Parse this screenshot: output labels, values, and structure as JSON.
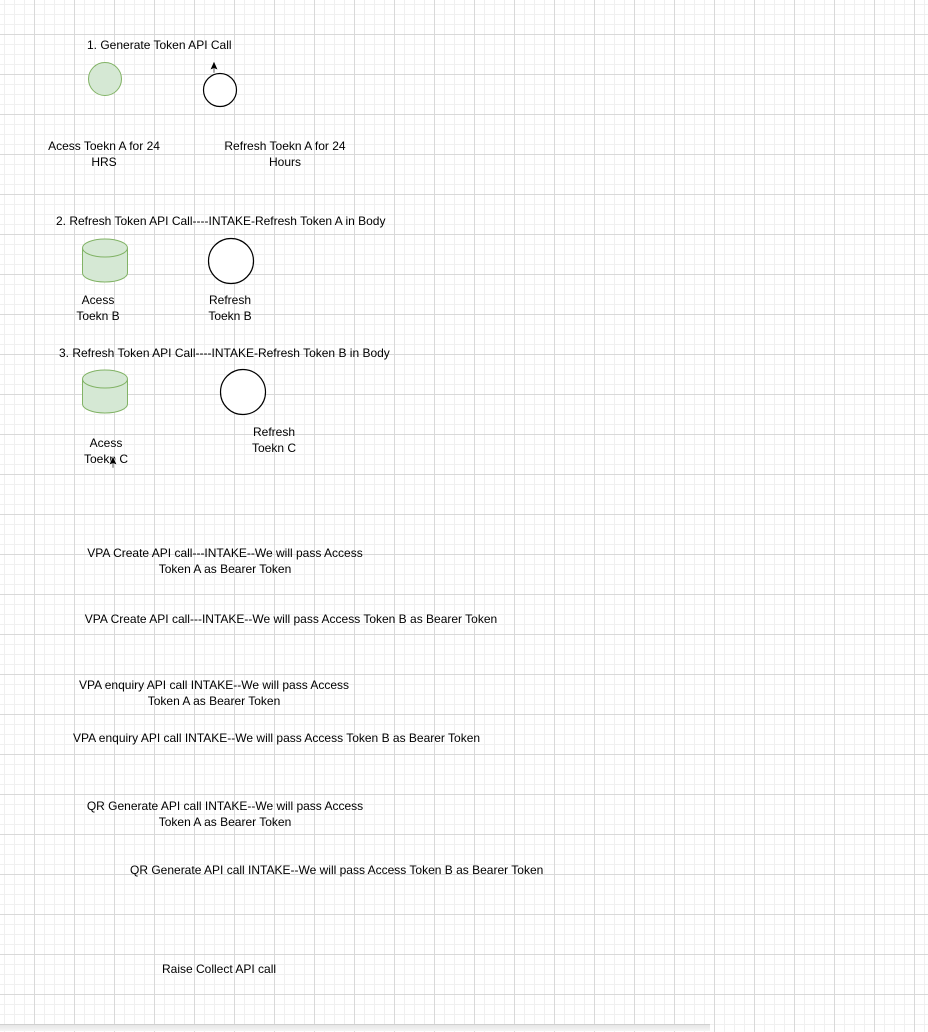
{
  "steps": {
    "step1": "1. Generate Token API Call",
    "step2": "2.  Refresh Token API Call----INTAKE-Refresh Token A in Body",
    "step3": "3.  Refresh Token API Call----INTAKE-Refresh Token B in Body"
  },
  "tokens": {
    "access_a": "Acess Toekn A for 24 HRS",
    "refresh_a": "Refresh Toekn A for 24 Hours",
    "access_b": "Acess Toekn B",
    "refresh_b": "Refresh Toekn B",
    "access_c": "Acess Toekn C",
    "refresh_c": "Refresh Toekn C"
  },
  "api_calls": {
    "vpa_create_a": "VPA Create API call---INTAKE--We will pass Access Token A as Bearer Token",
    "vpa_create_b": "VPA Create API call---INTAKE--We will pass Access Token B as Bearer Token",
    "vpa_enquiry_a": "VPA enquiry API call INTAKE--We will pass Access Token A as Bearer Token",
    "vpa_enquiry_b": "VPA enquiry API call INTAKE--We will pass Access Token B as Bearer Token",
    "qr_generate_a": "QR Generate API call INTAKE--We will pass Access Token A as Bearer Token",
    "qr_generate_b": "QR Generate API call INTAKE--We will pass Access Token B as Bearer Token",
    "raise_collect": "Raise Collect API call"
  },
  "colors": {
    "access_fill": "#d5e8d4",
    "access_stroke": "#82b366",
    "refresh_fill": "#ffffff",
    "refresh_stroke": "#000000",
    "grid_major": "#d9d9d9",
    "grid_minor": "#f0f0f0"
  },
  "icons": {
    "cursor": "arrow-cursor-icon"
  }
}
